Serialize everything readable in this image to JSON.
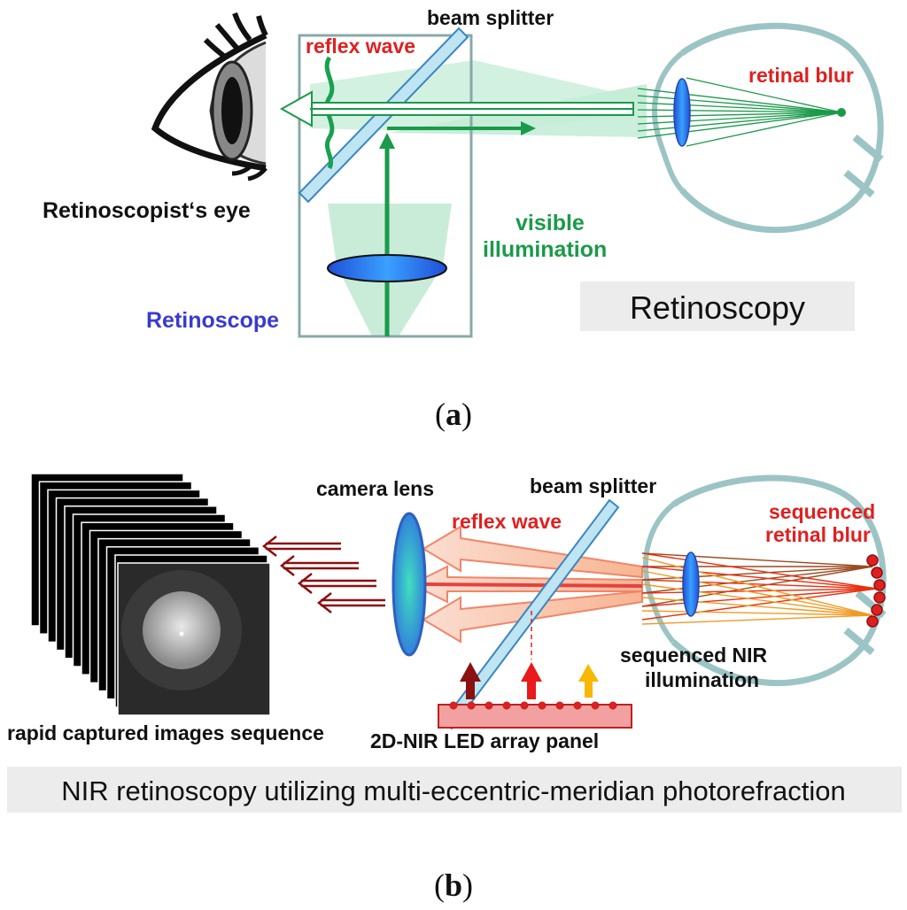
{
  "panel_a": {
    "labels": {
      "beam_splitter": "beam splitter",
      "reflex_wave": "reflex wave",
      "retinal_blur": "retinal blur",
      "retinoscopist_eye": "Retinoscopist‘s eye",
      "visible_line1": "visible",
      "visible_line2": "illumination",
      "retinoscope": "Retinoscope"
    },
    "banner": "Retinoscopy",
    "caption_open": "(",
    "caption_letter": "a",
    "caption_close": ")"
  },
  "panel_b": {
    "labels": {
      "camera_lens": "camera lens",
      "beam_splitter": "beam splitter",
      "reflex_wave": "reflex wave",
      "sequenced_line1": "sequenced",
      "sequenced_line2": "retinal blur",
      "nir_line1": "sequenced NIR",
      "nir_line2": "illumination",
      "rapid_captured": "rapid captured images sequence",
      "led_panel": "2D-NIR LED array panel"
    },
    "banner": "NIR retinoscopy utilizing multi-eccentric-meridian photorefraction",
    "caption_open": "(",
    "caption_letter": "b",
    "caption_close": ")"
  },
  "colors": {
    "green": "#1a9a4a",
    "light_green": "#a8e2c2",
    "red": "#e02020",
    "blue_label": "#3a3ad0",
    "eye_outline": "#9cc4c4",
    "lens_blue": "#2f6fe0",
    "orange": "#f07020",
    "dark_red": "#8b1010",
    "banner_bg": "#ececec"
  }
}
